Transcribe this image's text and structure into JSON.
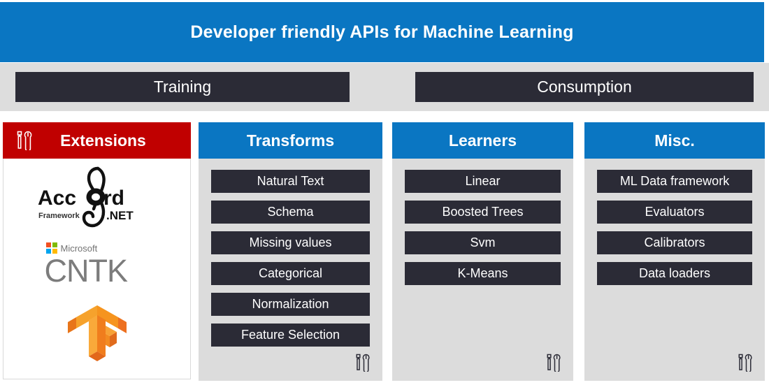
{
  "banner": {
    "title": "Developer friendly APIs for Machine Learning",
    "color": "#0a76c2"
  },
  "phases": {
    "training_label": "Training",
    "consumption_label": "Consumption",
    "band_color": "#dddddd",
    "button_color": "#2b2b36"
  },
  "panels": {
    "extensions": {
      "title": "Extensions",
      "header_color": "#c00000",
      "header_icon": "tools-icon",
      "logos": [
        {
          "name": "accord-net-framework-logo",
          "word_left": "Acc",
          "word_right": "rd",
          "sub_left": "Framework",
          "sub_right": ".NET"
        },
        {
          "name": "microsoft-cntk-logo",
          "brand": "Microsoft",
          "word": "CNTK"
        },
        {
          "name": "tensorflow-logo"
        }
      ]
    },
    "transforms": {
      "title": "Transforms",
      "header_color": "#0a76c2",
      "footer_icon": "tools-icon",
      "items": [
        "Natural Text",
        "Schema",
        "Missing values",
        "Categorical",
        "Normalization",
        "Feature Selection"
      ]
    },
    "learners": {
      "title": "Learners",
      "header_color": "#0a76c2",
      "footer_icon": "tools-icon",
      "items": [
        "Linear",
        "Boosted Trees",
        "Svm",
        "K-Means"
      ]
    },
    "misc": {
      "title": "Misc.",
      "header_color": "#0a76c2",
      "footer_icon": "tools-icon",
      "items": [
        "ML Data framework",
        "Evaluators",
        "Calibrators",
        "Data loaders"
      ]
    }
  }
}
